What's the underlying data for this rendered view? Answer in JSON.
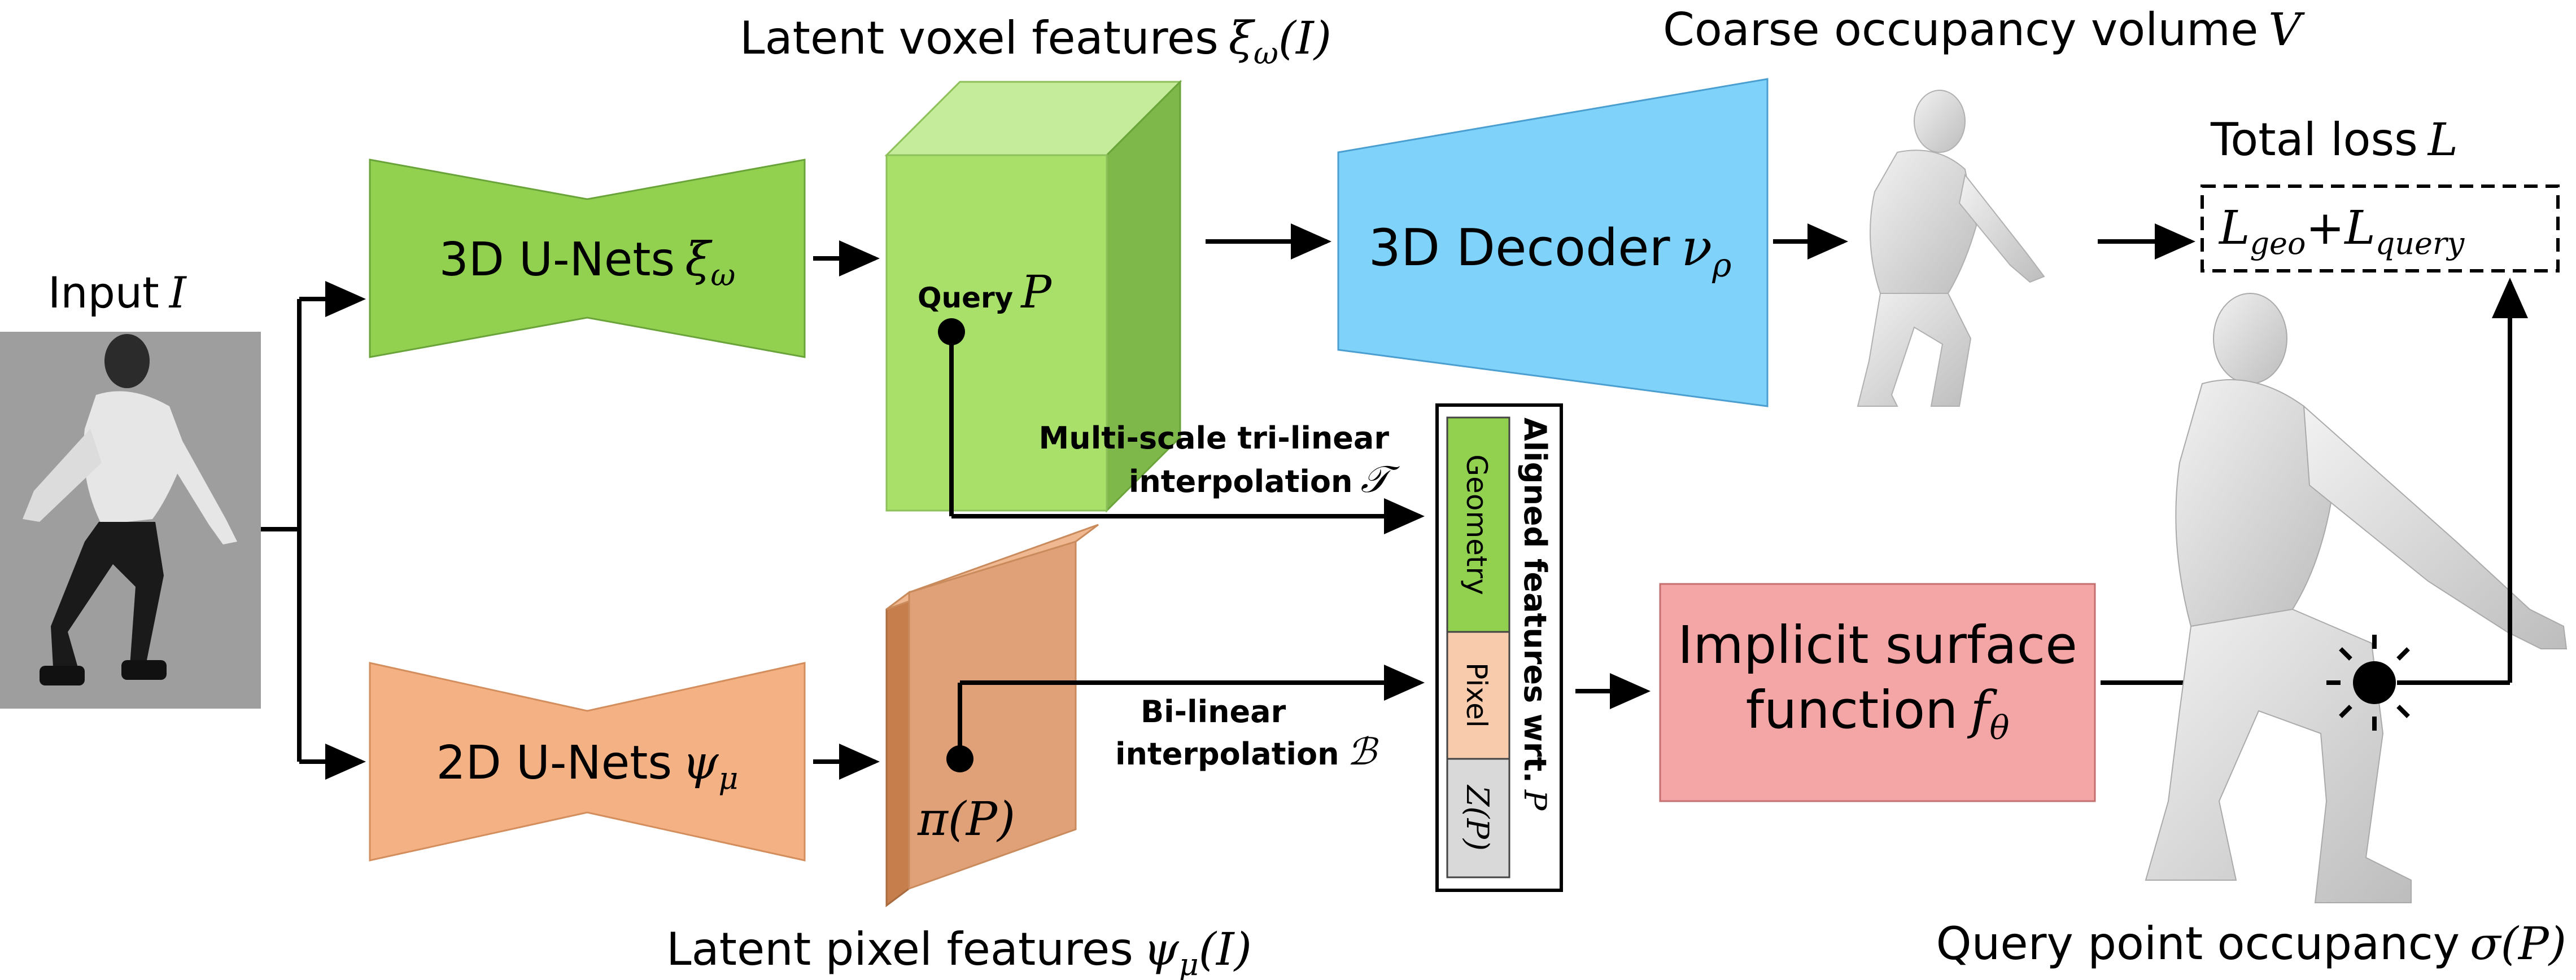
{
  "input": {
    "label": "Input",
    "symbol": "I"
  },
  "unet3d": {
    "label": "3D U-Nets",
    "symbol": "ξ",
    "sub": "ω",
    "color": "#92d050"
  },
  "unet2d": {
    "label": "2D U-Nets",
    "symbol": "ψ",
    "sub": "μ",
    "color": "#f4b183"
  },
  "voxel": {
    "title": "Latent voxel features",
    "symbol": "ξ",
    "sub": "ω",
    "arg": "(I)",
    "query_label": "Query",
    "query_symbol": "P",
    "color": "#a9e06a"
  },
  "pixel": {
    "title": "Latent pixel features",
    "symbol": "ψ",
    "sub": "μ",
    "arg": "(I)",
    "proj_label": "π(P)",
    "color": "#e0a078"
  },
  "decoder": {
    "label": "3D Decoder",
    "symbol": "ν",
    "sub": "ρ",
    "color": "#7fd3fb"
  },
  "coarse": {
    "title": "Coarse occupancy volume",
    "symbol": "V"
  },
  "loss": {
    "title": "Total loss",
    "symbol": "L",
    "term1": "L",
    "term1_sub": "geo",
    "plus": "+",
    "term2": "L",
    "term2_sub": "query"
  },
  "trilinear": {
    "line1": "Multi-scale tri-linear",
    "line2": "interpolation",
    "symbol": "𝒯"
  },
  "bilinear": {
    "line1": "Bi-linear",
    "line2": "interpolation",
    "symbol": "ℬ"
  },
  "aligned": {
    "title": "Aligned features wrt.",
    "symbol": "P",
    "segments": [
      {
        "label": "Geometry",
        "color": "#92d050"
      },
      {
        "label": "Pixel",
        "color": "#f8cbad"
      },
      {
        "label": "Z(P)",
        "color": "#d9d9d9"
      }
    ]
  },
  "implicit": {
    "line1": "Implicit surface",
    "line2": "function",
    "symbol": "f",
    "sub": "θ",
    "color": "#f4a6a6"
  },
  "query_occ": {
    "title": "Query point occupancy",
    "symbol": "σ(P)"
  }
}
